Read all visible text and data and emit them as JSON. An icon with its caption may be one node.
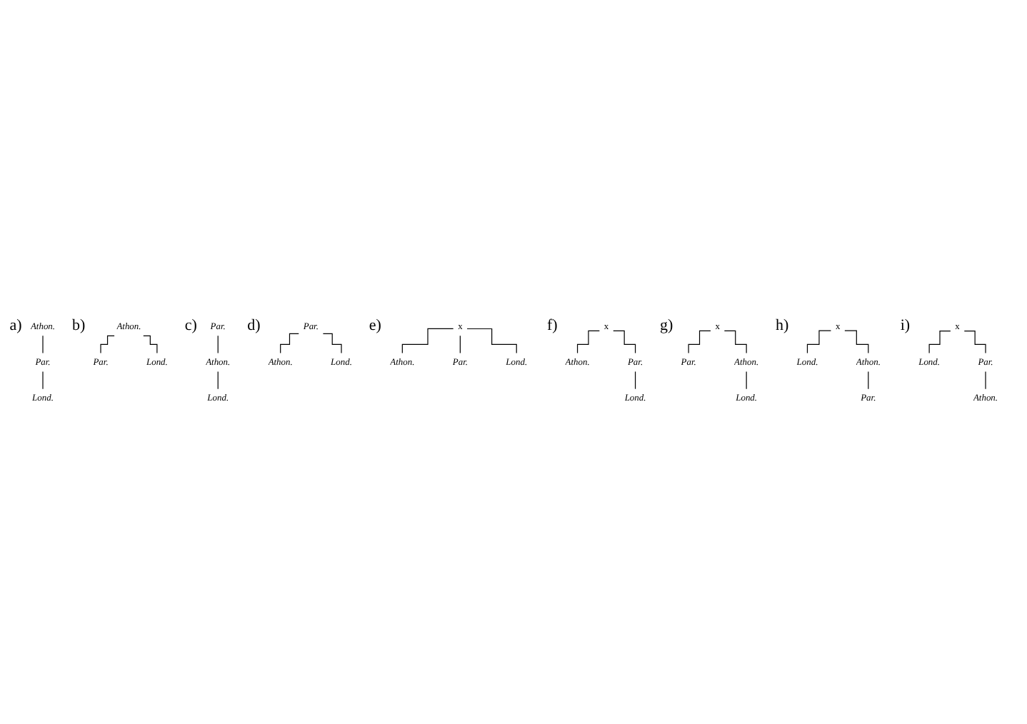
{
  "diagram": {
    "nodes": [
      {
        "text": [
          "Athon."
        ]
      },
      {
        "text": [
          "Par."
        ]
      },
      {
        "text": [
          "Lond."
        ]
      },
      {
        "text": [
          "Athon."
        ]
      },
      {
        "text": [
          "Par."
        ]
      },
      {
        "text": [
          "Lond."
        ]
      },
      {
        "text": [
          "Par."
        ]
      },
      {
        "text": [
          "Athon."
        ]
      },
      {
        "text": [
          "Lond."
        ]
      },
      {
        "text": [
          "Par."
        ]
      },
      {
        "text": [
          "Athon."
        ]
      },
      {
        "text": [
          "Lond."
        ]
      },
      {
        "text": [
          "x"
        ]
      },
      {
        "text": [
          "Athon."
        ]
      },
      {
        "text": [
          "Par."
        ]
      },
      {
        "text": [
          "Lond."
        ]
      },
      {
        "text": [
          "x"
        ]
      },
      {
        "text": [
          "Athon."
        ]
      },
      {
        "text": [
          "Par."
        ]
      },
      {
        "text": [
          "Lond."
        ]
      },
      {
        "text": [
          "x"
        ]
      },
      {
        "text": [
          "Par."
        ]
      },
      {
        "text": [
          "Athon."
        ]
      },
      {
        "text": [
          "Lond."
        ]
      },
      {
        "text": [
          "x"
        ]
      },
      {
        "text": [
          "Lond."
        ]
      },
      {
        "text": [
          "Athon."
        ]
      },
      {
        "text": [
          "Par."
        ]
      },
      {
        "text": [
          "x"
        ]
      },
      {
        "text": [
          "Lond."
        ]
      },
      {
        "text": [
          "Par."
        ]
      },
      {
        "text": [
          "Athon."
        ]
      }
    ],
    "edges": [
      {
        "from": 0,
        "to": 1,
        "arrow": "none"
      },
      {
        "from": 1,
        "to": 2,
        "arrow": "none"
      },
      {
        "from": 3,
        "to": 4,
        "arrow": "none"
      },
      {
        "from": 3,
        "to": 5,
        "arrow": "none"
      },
      {
        "from": 6,
        "to": 7,
        "arrow": "none"
      },
      {
        "from": 7,
        "to": 8,
        "arrow": "none"
      },
      {
        "from": 9,
        "to": 10,
        "arrow": "none"
      },
      {
        "from": 9,
        "to": 11,
        "arrow": "none"
      },
      {
        "from": 12,
        "to": 13,
        "arrow": "none"
      },
      {
        "from": 12,
        "to": 14,
        "arrow": "none"
      },
      {
        "from": 12,
        "to": 15,
        "arrow": "none"
      },
      {
        "from": 16,
        "to": 17,
        "arrow": "none"
      },
      {
        "from": 16,
        "to": 18,
        "arrow": "none"
      },
      {
        "from": 18,
        "to": 19,
        "arrow": "none"
      },
      {
        "from": 20,
        "to": 21,
        "arrow": "none"
      },
      {
        "from": 20,
        "to": 22,
        "arrow": "none"
      },
      {
        "from": 22,
        "to": 23,
        "arrow": "none"
      },
      {
        "from": 24,
        "to": 25,
        "arrow": "none"
      },
      {
        "from": 24,
        "to": 26,
        "arrow": "none"
      },
      {
        "from": 26,
        "to": 27,
        "arrow": "none"
      },
      {
        "from": 28,
        "to": 29,
        "arrow": "none"
      },
      {
        "from": 28,
        "to": 30,
        "arrow": "none"
      },
      {
        "from": 30,
        "to": 31,
        "arrow": "none"
      }
    ],
    "labels": [
      "a)",
      "b)",
      "c)",
      "d)",
      "e)",
      "f)",
      "g)",
      "h)",
      "i)"
    ]
  }
}
